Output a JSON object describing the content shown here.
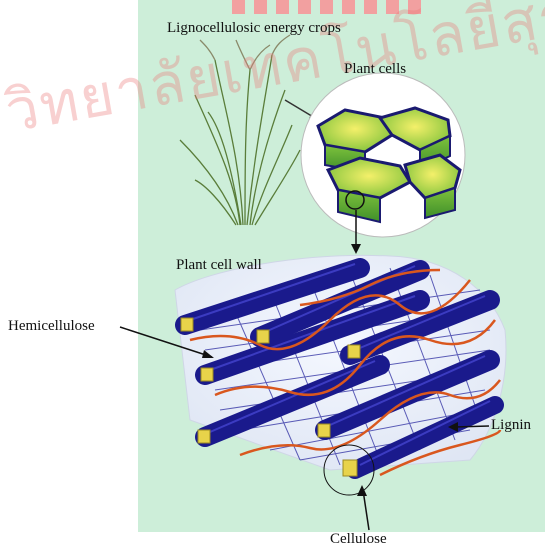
{
  "figure": {
    "labels": {
      "title": "Lignocellulosic energy crops",
      "plant_cells": "Plant cells",
      "cell_wall": "Plant cell wall",
      "hemicellulose": "Hemicellulose",
      "lignin": "Lignin",
      "cellulose": "Cellulose"
    },
    "watermark_text": "วิทยาลัยเทคโนโลยีสุรนารี"
  },
  "colors": {
    "panel_bg": "#cdeed9",
    "fiber_blue": "#1a1a8c",
    "lignin_orange": "#d9571e",
    "cellulose_yellow": "#e8d34a",
    "cell_green": "#9acd32",
    "watermark": "#f2a0a0"
  }
}
